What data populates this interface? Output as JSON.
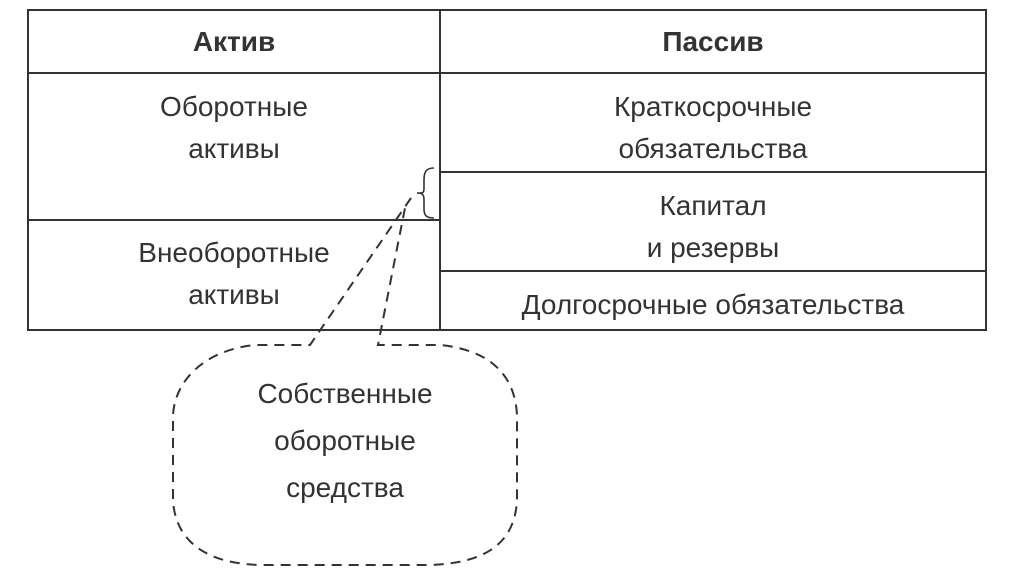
{
  "table": {
    "headers": {
      "assets": "Актив",
      "liabilities": "Пассив"
    },
    "assets": [
      {
        "line1": "Оборотные",
        "line2": "активы"
      },
      {
        "line1": "Внеоборотные",
        "line2": "активы"
      }
    ],
    "liabilities": [
      {
        "line1": "Краткосрочные",
        "line2": "обязательства"
      },
      {
        "line1": "Капитал",
        "line2": "и резервы"
      },
      {
        "line1": "Долгосрочные обязательства"
      }
    ]
  },
  "callout": {
    "line1": "Собственные",
    "line2": "оборотные",
    "line3": "средства"
  },
  "colors": {
    "line": "#333333",
    "text": "#333333"
  }
}
